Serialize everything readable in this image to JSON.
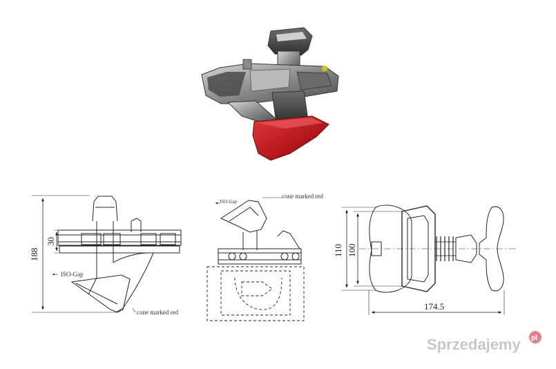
{
  "drawing": {
    "side_view": {
      "dim_total": "188",
      "dim_gap": "30",
      "iso_gap_label": "ISO-Gap",
      "cone_label": "cone marked red"
    },
    "front_view": {
      "iso_gap_label": "ISO-Gap",
      "cone_label": "cone marked red"
    },
    "top_view": {
      "dim_outer": "110",
      "dim_inner": "100",
      "dim_width": "174.5"
    },
    "colors": {
      "cone": "#b3161b",
      "metal": "#9a9a9a",
      "line": "#222222"
    }
  },
  "watermark": {
    "brand": "Sprzedajemy",
    "badge": "pl"
  }
}
